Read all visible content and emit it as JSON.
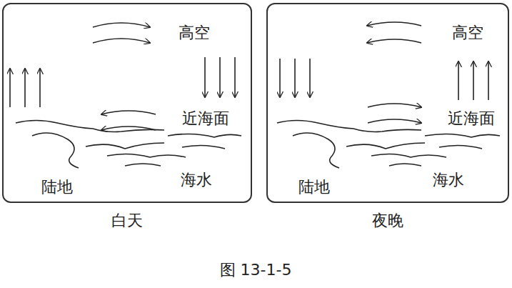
{
  "diagram": {
    "caption": "图 13-1-5",
    "nodes": [
      {
        "text": [
          "白天"
        ]
      },
      {
        "text": [
          "夜晚"
        ]
      }
    ],
    "labels": [
      "高空",
      "近海面",
      "陆地",
      "海水",
      "高空",
      "近海面",
      "陆地",
      "海水"
    ]
  }
}
